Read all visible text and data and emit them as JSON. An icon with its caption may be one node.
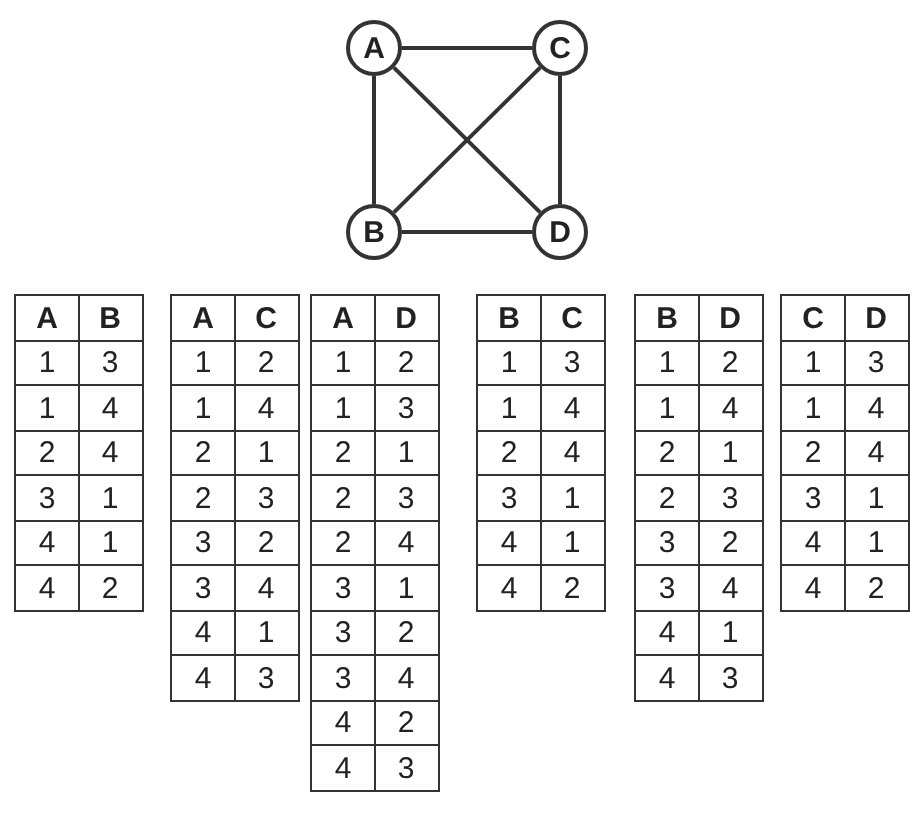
{
  "diagram": {
    "nodes": [
      {
        "text": [
          "A"
        ]
      },
      {
        "text": [
          "C"
        ]
      },
      {
        "text": [
          "B"
        ]
      },
      {
        "text": [
          "D"
        ]
      }
    ],
    "edges": [
      {
        "from": 0,
        "to": 1,
        "arrow": "none"
      },
      {
        "from": 0,
        "to": 2,
        "arrow": "none"
      },
      {
        "from": 0,
        "to": 3,
        "arrow": "none"
      },
      {
        "from": 1,
        "to": 2,
        "arrow": "none"
      },
      {
        "from": 1,
        "to": 3,
        "arrow": "none"
      },
      {
        "from": 2,
        "to": 3,
        "arrow": "none"
      }
    ],
    "labels": [
      "A",
      "B",
      "1",
      "3",
      "1",
      "4",
      "2",
      "4",
      "3",
      "1",
      "4",
      "1",
      "4",
      "2",
      "A",
      "C",
      "1",
      "2",
      "1",
      "4",
      "2",
      "1",
      "2",
      "3",
      "3",
      "2",
      "3",
      "4",
      "4",
      "1",
      "4",
      "3",
      "A",
      "D",
      "1",
      "2",
      "1",
      "3",
      "2",
      "1",
      "2",
      "3",
      "2",
      "4",
      "3",
      "1",
      "3",
      "2",
      "3",
      "4",
      "4",
      "2",
      "4",
      "3",
      "B",
      "C",
      "1",
      "3",
      "1",
      "4",
      "2",
      "4",
      "3",
      "1",
      "4",
      "1",
      "4",
      "2",
      "B",
      "D",
      "1",
      "2",
      "1",
      "4",
      "2",
      "1",
      "2",
      "3",
      "3",
      "2",
      "3",
      "4",
      "4",
      "1",
      "4",
      "3",
      "C",
      "D",
      "1",
      "3",
      "1",
      "4",
      "2",
      "4",
      "3",
      "1",
      "4",
      "1",
      "4",
      "2"
    ]
  }
}
